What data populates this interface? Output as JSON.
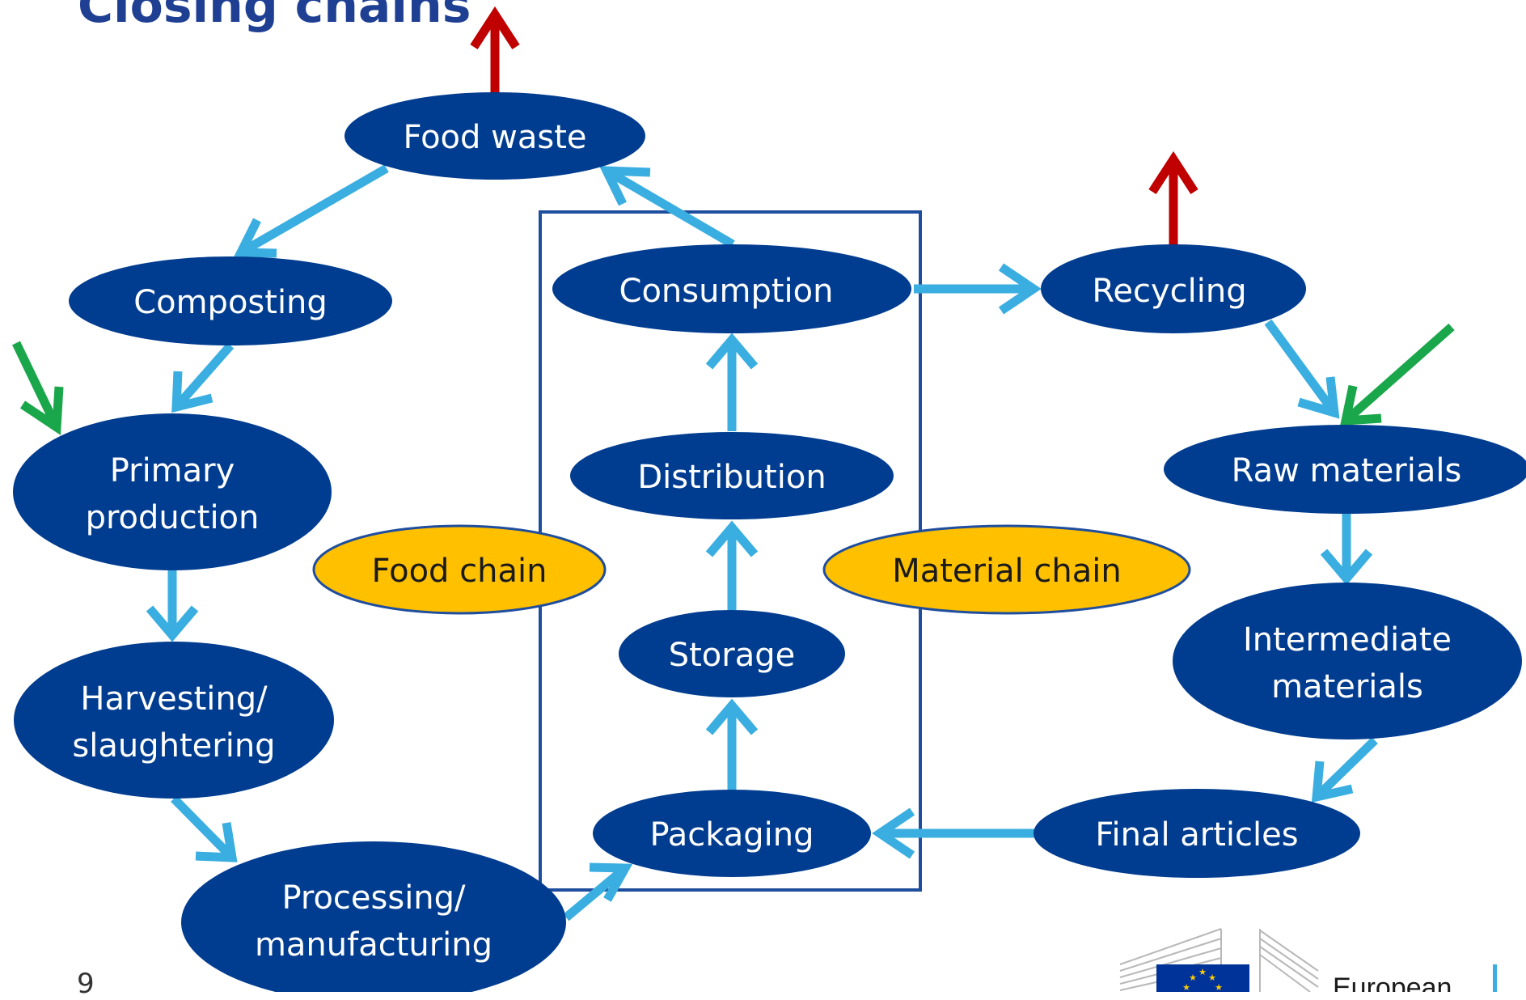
{
  "slide": {
    "title": "Closing chains",
    "page_number": "9"
  },
  "colors": {
    "node_fill": "#003c8f",
    "node_text": "#ffffff",
    "chain_fill": "#ffc000",
    "chain_text": "#1a1a1a",
    "arrow_flow": "#3aaee0",
    "arrow_out": "#c00000",
    "arrow_in": "#1aa64a",
    "box_stroke": "#1f4e9e"
  },
  "nodes": {
    "food_waste": "Food waste",
    "composting": "Composting",
    "primary_production": [
      "Primary",
      "production"
    ],
    "harvesting": [
      "Harvesting/",
      "slaughtering"
    ],
    "processing": [
      "Processing/",
      "manufacturing"
    ],
    "packaging": "Packaging",
    "storage": "Storage",
    "distribution": "Distribution",
    "consumption": "Consumption",
    "recycling": "Recycling",
    "raw_materials": "Raw materials",
    "intermediate_materials": [
      "Intermediate",
      "materials"
    ],
    "final_articles": "Final articles"
  },
  "chains": {
    "food_chain": "Food chain",
    "material_chain": "Material chain"
  },
  "logo": {
    "text": "European",
    "icon": "eu-flag-icon"
  }
}
